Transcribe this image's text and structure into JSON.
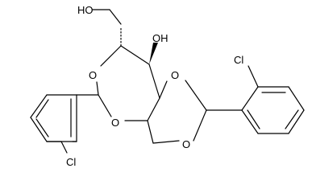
{
  "molecule": {
    "atoms": {
      "ho_top": "HO",
      "oh_mid": "OH",
      "o1": "O",
      "o2": "O",
      "o3": "O",
      "o4": "O",
      "cl_left": "Cl",
      "cl_right": "Cl"
    }
  }
}
